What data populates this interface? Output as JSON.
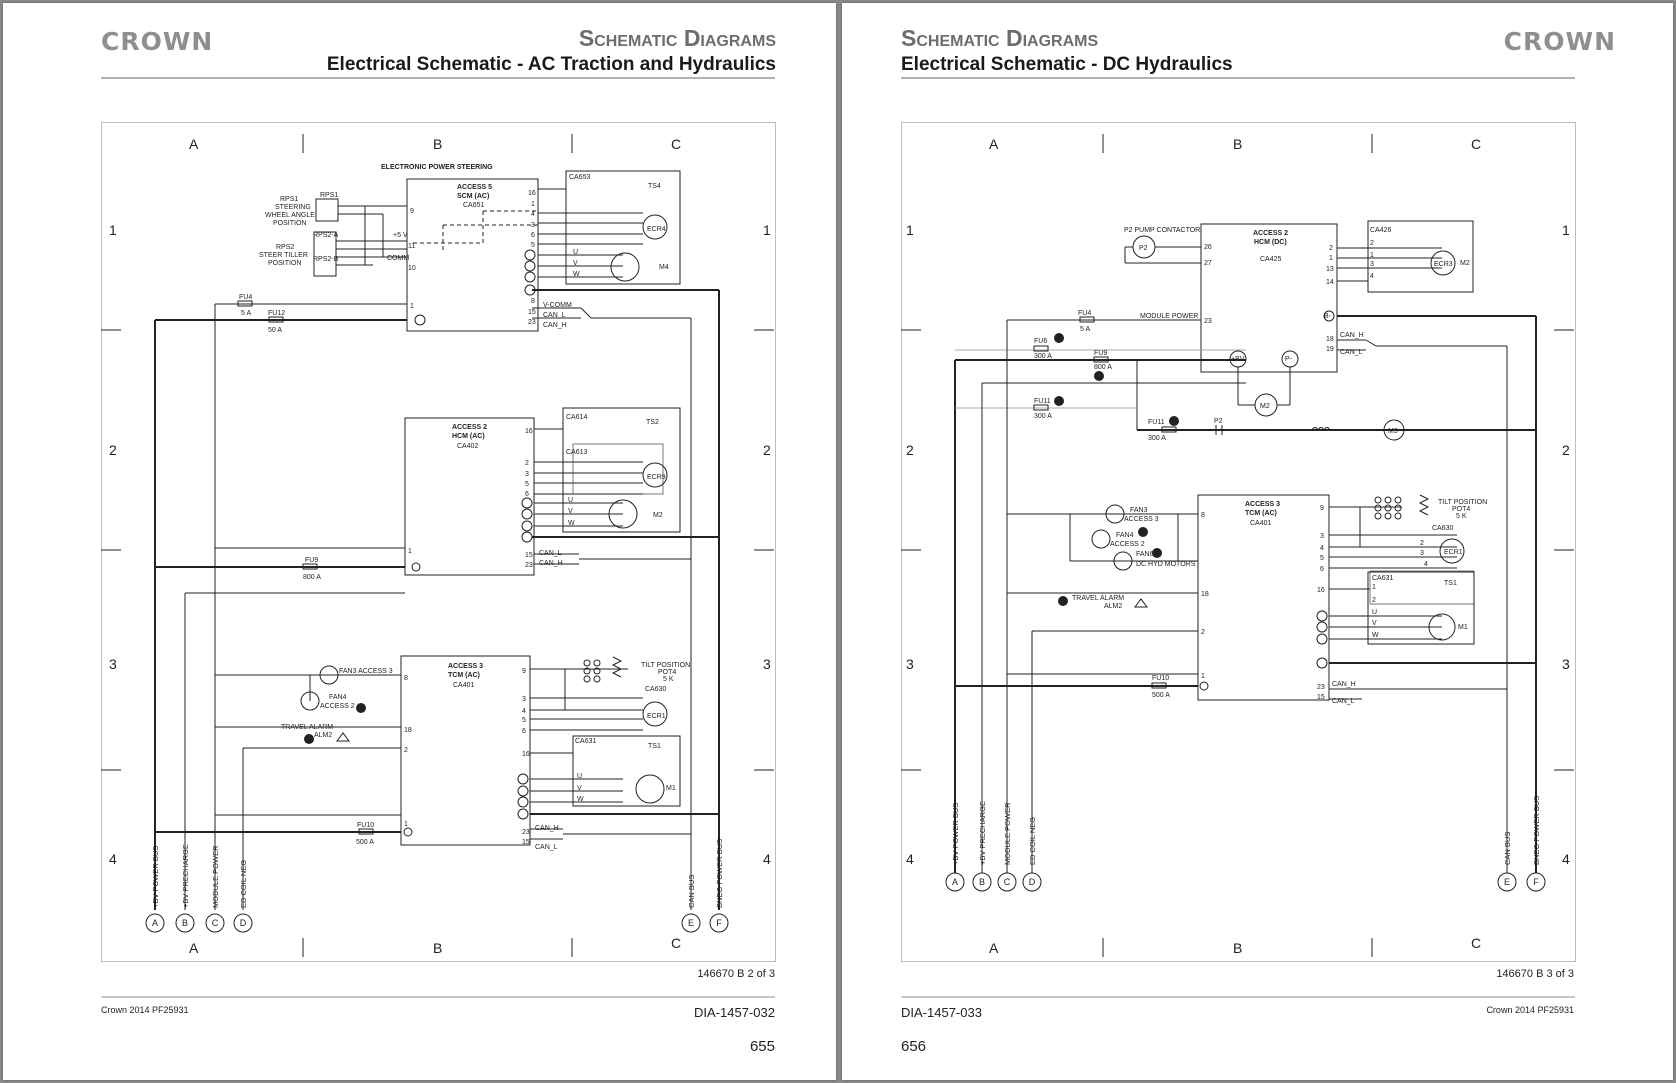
{
  "brand": "CROWN",
  "pages": {
    "left": {
      "header_title": "Schematic Diagrams",
      "header_subtitle": "Electrical Schematic - AC Traction and Hydraulics",
      "revision": "146670 B 2 of 3",
      "footer_left": "Crown 2014 PF25931",
      "footer_doc": "DIA-1457-032",
      "page_number": "655"
    },
    "right": {
      "header_title": "Schematic Diagrams",
      "header_subtitle": "Electrical Schematic - DC Hydraulics",
      "revision": "146670 B 3 of 3",
      "footer_right": "Crown 2014 PF25931",
      "footer_doc": "DIA-1457-033",
      "page_number": "656"
    }
  },
  "grid": {
    "columns": [
      "A",
      "B",
      "C"
    ],
    "rows": [
      "1",
      "2",
      "3",
      "4"
    ]
  },
  "left_schematic": {
    "section_title": "ELECTRONIC POWER STEERING",
    "access5": {
      "name": "ACCESS 5",
      "type": "SCM (AC)",
      "ref": "CA651"
    },
    "access2": {
      "name": "ACCESS 2",
      "type": "HCM (AC)",
      "ref": "CA402"
    },
    "access3": {
      "name": "ACCESS 3",
      "type": "TCM (AC)",
      "ref": "CA401"
    },
    "rps1": {
      "name": "RPS1",
      "desc": [
        "STEERING",
        "WHEEL ANGLE",
        "POSITION"
      ]
    },
    "rps2": {
      "name": "RPS2",
      "desc": [
        "STEER TILLER",
        "POSITION"
      ]
    },
    "rps_parts": [
      "RPS2-A",
      "RPS2-B"
    ],
    "supply_labels": [
      "+5 V",
      "COMM"
    ],
    "connectors": [
      "CA653",
      "CA614",
      "CA613",
      "CA630",
      "CA631"
    ],
    "sensors": [
      "TS4",
      "TS2",
      "TS1"
    ],
    "encoders": [
      "ECR4",
      "ECR9",
      "ECR1"
    ],
    "motors": [
      "M4",
      "M2",
      "M1"
    ],
    "fuses": [
      {
        "name": "FU4",
        "rating": "5 A"
      },
      {
        "name": "FU12",
        "rating": "50 A"
      },
      {
        "name": "FU9",
        "rating": "800 A"
      },
      {
        "name": "FU10",
        "rating": "500 A"
      }
    ],
    "fans": [
      "FAN3 ACCESS 3",
      "FAN4",
      "ACCESS 2"
    ],
    "alarm": [
      "TRAVEL ALARM",
      "ALM2"
    ],
    "tilt": [
      "TILT POSITION",
      "POT4",
      "5 K"
    ],
    "can_labels": [
      "V-COMM",
      "CAN_L",
      "CAN_H"
    ],
    "phase_labels": [
      "U",
      "V",
      "W"
    ],
    "pins": {
      "a5": [
        "16",
        "4",
        "6",
        "5",
        "3",
        "2",
        "1",
        "9",
        "11",
        "10",
        "1",
        "8",
        "15",
        "23"
      ],
      "a2": [
        "16",
        "1",
        "2",
        "4",
        "3",
        "5",
        "6",
        "1",
        "2",
        "3",
        "4",
        "15",
        "23",
        "1"
      ],
      "a3": [
        "9",
        "8",
        "3",
        "4",
        "5",
        "6",
        "16",
        "1",
        "2",
        "18",
        "2",
        "1",
        "23",
        "15"
      ]
    },
    "bus_labels": [
      "+BV POWER BUS",
      "+BV PRECHARGE",
      "MODULE POWER",
      "ED COIL NEG",
      "CAN BUS",
      "BNEG POWER BUS"
    ],
    "bus_letters": [
      "A",
      "B",
      "C",
      "D",
      "E",
      "F"
    ],
    "callout": [
      "1",
      "7"
    ]
  },
  "right_schematic": {
    "access2": {
      "name": "ACCESS 2",
      "type": "HCM (DC)",
      "ref": "CA425"
    },
    "access3": {
      "name": "ACCESS 3",
      "type": "TCM (AC)",
      "ref": "CA401"
    },
    "contactor": "P2 PUMP CONTACTOR",
    "contactor_short": [
      "P2",
      "P2"
    ],
    "connectors": [
      "CA426",
      "CA630",
      "CA631"
    ],
    "encoders": [
      "ECR3",
      "ECR1"
    ],
    "motors": [
      "M2",
      "M2",
      "M3",
      "M1"
    ],
    "sensors": [
      "TS1"
    ],
    "fuses": [
      {
        "name": "FU4",
        "rating": "5 A"
      },
      {
        "name": "FU6",
        "rating": "300 A"
      },
      {
        "name": "FU9",
        "rating": "800 A"
      },
      {
        "name": "FU11",
        "rating": "300 A"
      },
      {
        "name": "FU11",
        "rating": "300 A"
      },
      {
        "name": "FU10",
        "rating": "500 A"
      }
    ],
    "module_power": "MODULE POWER",
    "fans": [
      "FAN3",
      "ACCESS 3",
      "FAN4",
      "ACCESS 2",
      "FAN6",
      "DC HYD MOTORS"
    ],
    "alarm": [
      "TRAVEL ALARM",
      "ALM2"
    ],
    "tilt": [
      "TILT POSITION",
      "POT4",
      "5 K"
    ],
    "can_labels": [
      "CAN_H",
      "CAN_L",
      "CAN_H",
      "CAN_L"
    ],
    "phase_labels": [
      "U",
      "V",
      "W"
    ],
    "term_labels": [
      "+BV",
      "P-",
      "B-"
    ],
    "pins": {
      "a2": [
        "26",
        "27",
        "23",
        "2",
        "1",
        "13",
        "14",
        "18",
        "19"
      ],
      "a3": [
        "9",
        "8",
        "18",
        "2",
        "1",
        "3",
        "4",
        "5",
        "6",
        "16",
        "23",
        "15"
      ],
      "ca426": [
        "2",
        "1",
        "3",
        "4"
      ],
      "ca630": [
        "2",
        "3",
        "4"
      ],
      "ca631": [
        "1",
        "2"
      ]
    },
    "bus_labels": [
      "+BV POWER BUS",
      "+BV PRECHARGE",
      "MODULE POWER",
      "ED COIL NEG",
      "CAN BUS",
      "BNEG POWER BUS"
    ],
    "bus_letters": [
      "A",
      "B",
      "C",
      "D",
      "E",
      "F"
    ],
    "callouts": [
      "6",
      "7",
      "6",
      "7",
      "7",
      "1"
    ]
  }
}
